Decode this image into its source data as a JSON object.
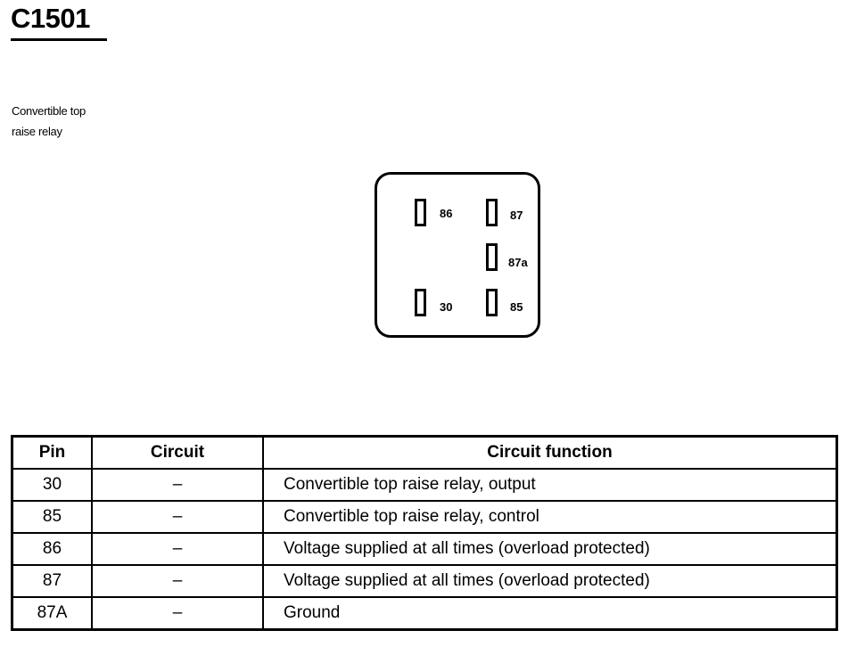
{
  "header": {
    "title": "C1501"
  },
  "component": {
    "description_line1": "Convertible top",
    "description_line2": "raise relay"
  },
  "connector": {
    "pins": [
      {
        "id": "86",
        "label": "86"
      },
      {
        "id": "87",
        "label": "87"
      },
      {
        "id": "87a",
        "label": "87a"
      },
      {
        "id": "30",
        "label": "30"
      },
      {
        "id": "85",
        "label": "85"
      }
    ]
  },
  "table": {
    "headers": {
      "pin": "Pin",
      "circuit": "Circuit",
      "function": "Circuit function"
    },
    "rows": [
      {
        "pin": "30",
        "circuit": "–",
        "function": "Convertible top raise relay, output"
      },
      {
        "pin": "85",
        "circuit": "–",
        "function": "Convertible top raise relay, control"
      },
      {
        "pin": "86",
        "circuit": "–",
        "function": "Voltage supplied at all times (overload protected)"
      },
      {
        "pin": "87",
        "circuit": "–",
        "function": "Voltage supplied at all times (overload protected)"
      },
      {
        "pin": "87A",
        "circuit": "–",
        "function": "Ground"
      }
    ]
  }
}
